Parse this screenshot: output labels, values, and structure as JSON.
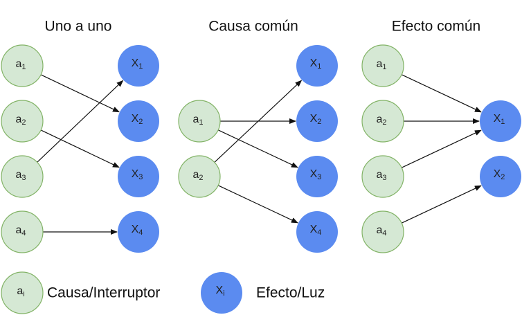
{
  "colors": {
    "cause_fill": "#d5e8d4",
    "cause_stroke": "#82b366",
    "effect_fill": "#5b8bf0",
    "edge": "#111111"
  },
  "panels": [
    {
      "title": "Uno a uno",
      "causes": [
        {
          "base": "a",
          "sub": "1"
        },
        {
          "base": "a",
          "sub": "2"
        },
        {
          "base": "a",
          "sub": "3"
        },
        {
          "base": "a",
          "sub": "4"
        }
      ],
      "effects": [
        {
          "base": "X",
          "sub": "1"
        },
        {
          "base": "X",
          "sub": "2"
        },
        {
          "base": "X",
          "sub": "3"
        },
        {
          "base": "X",
          "sub": "4"
        }
      ],
      "edges": [
        [
          0,
          1
        ],
        [
          1,
          2
        ],
        [
          2,
          0
        ],
        [
          3,
          3
        ]
      ]
    },
    {
      "title": "Causa común",
      "causes": [
        {
          "base": "a",
          "sub": "1"
        },
        {
          "base": "a",
          "sub": "2"
        }
      ],
      "effects": [
        {
          "base": "X",
          "sub": "1"
        },
        {
          "base": "X",
          "sub": "2"
        },
        {
          "base": "X",
          "sub": "3"
        },
        {
          "base": "X",
          "sub": "4"
        }
      ],
      "edges": [
        [
          0,
          1
        ],
        [
          0,
          2
        ],
        [
          1,
          0
        ],
        [
          1,
          3
        ]
      ]
    },
    {
      "title": "Efecto común",
      "causes": [
        {
          "base": "a",
          "sub": "1"
        },
        {
          "base": "a",
          "sub": "2"
        },
        {
          "base": "a",
          "sub": "3"
        },
        {
          "base": "a",
          "sub": "4"
        }
      ],
      "effects": [
        {
          "base": "X",
          "sub": "1"
        },
        {
          "base": "X",
          "sub": "2"
        }
      ],
      "edges": [
        [
          0,
          0
        ],
        [
          1,
          0
        ],
        [
          2,
          0
        ],
        [
          3,
          1
        ]
      ]
    }
  ],
  "legend": {
    "cause": {
      "base": "a",
      "sub": "i",
      "label": "Causa/Interruptor"
    },
    "effect": {
      "base": "X",
      "sub": "i",
      "label": "Efecto/Luz"
    }
  }
}
